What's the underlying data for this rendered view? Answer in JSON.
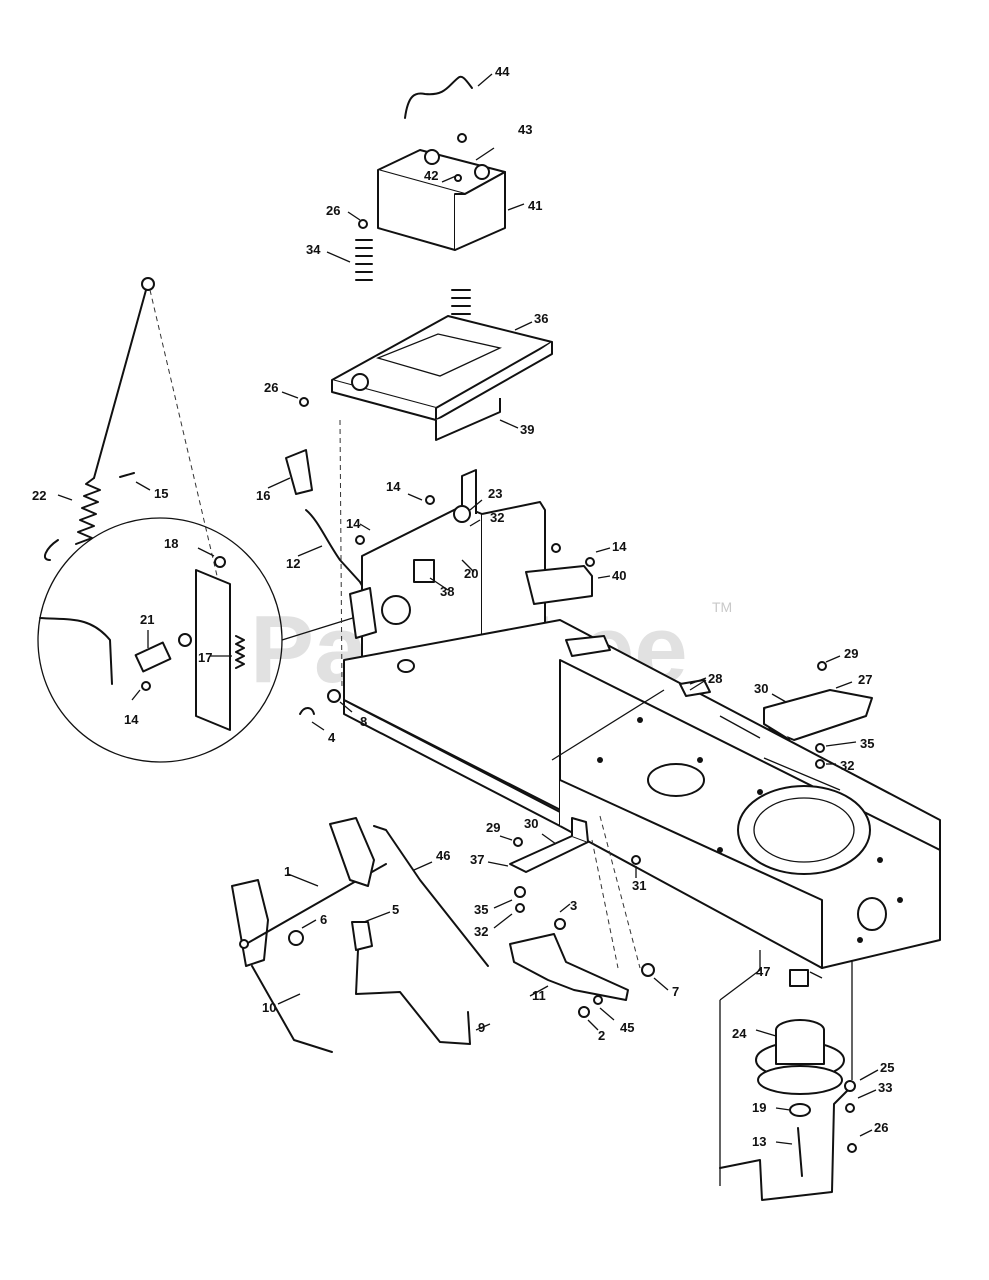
{
  "watermark": {
    "text": "PartsTree",
    "trademark": "TM"
  },
  "callouts": [
    {
      "id": "44",
      "label": "44"
    },
    {
      "id": "43",
      "label": "43"
    },
    {
      "id": "42",
      "label": "42"
    },
    {
      "id": "41",
      "label": "41"
    },
    {
      "id": "26a",
      "label": "26"
    },
    {
      "id": "34",
      "label": "34"
    },
    {
      "id": "36",
      "label": "36"
    },
    {
      "id": "26b",
      "label": "26"
    },
    {
      "id": "39",
      "label": "39"
    },
    {
      "id": "22",
      "label": "22"
    },
    {
      "id": "15",
      "label": "15"
    },
    {
      "id": "16",
      "label": "16"
    },
    {
      "id": "14a",
      "label": "14"
    },
    {
      "id": "23",
      "label": "23"
    },
    {
      "id": "32a",
      "label": "32"
    },
    {
      "id": "14b",
      "label": "14"
    },
    {
      "id": "12",
      "label": "12"
    },
    {
      "id": "18",
      "label": "18"
    },
    {
      "id": "20",
      "label": "20"
    },
    {
      "id": "14c",
      "label": "14"
    },
    {
      "id": "40",
      "label": "40"
    },
    {
      "id": "38",
      "label": "38"
    },
    {
      "id": "21",
      "label": "21"
    },
    {
      "id": "17",
      "label": "17"
    },
    {
      "id": "14d",
      "label": "14"
    },
    {
      "id": "29a",
      "label": "29"
    },
    {
      "id": "27",
      "label": "27"
    },
    {
      "id": "28",
      "label": "28"
    },
    {
      "id": "30a",
      "label": "30"
    },
    {
      "id": "4",
      "label": "4"
    },
    {
      "id": "8",
      "label": "8"
    },
    {
      "id": "35a",
      "label": "35"
    },
    {
      "id": "32b",
      "label": "32"
    },
    {
      "id": "29b",
      "label": "29"
    },
    {
      "id": "30b",
      "label": "30"
    },
    {
      "id": "37",
      "label": "37"
    },
    {
      "id": "46",
      "label": "46"
    },
    {
      "id": "1",
      "label": "1"
    },
    {
      "id": "31",
      "label": "31"
    },
    {
      "id": "35b",
      "label": "35"
    },
    {
      "id": "3",
      "label": "3"
    },
    {
      "id": "5",
      "label": "5"
    },
    {
      "id": "32c",
      "label": "32"
    },
    {
      "id": "6",
      "label": "6"
    },
    {
      "id": "10",
      "label": "10"
    },
    {
      "id": "11",
      "label": "11"
    },
    {
      "id": "7",
      "label": "7"
    },
    {
      "id": "47",
      "label": "47"
    },
    {
      "id": "9",
      "label": "9"
    },
    {
      "id": "45",
      "label": "45"
    },
    {
      "id": "2",
      "label": "2"
    },
    {
      "id": "24",
      "label": "24"
    },
    {
      "id": "25",
      "label": "25"
    },
    {
      "id": "33",
      "label": "33"
    },
    {
      "id": "19",
      "label": "19"
    },
    {
      "id": "26c",
      "label": "26"
    },
    {
      "id": "13",
      "label": "13"
    }
  ]
}
